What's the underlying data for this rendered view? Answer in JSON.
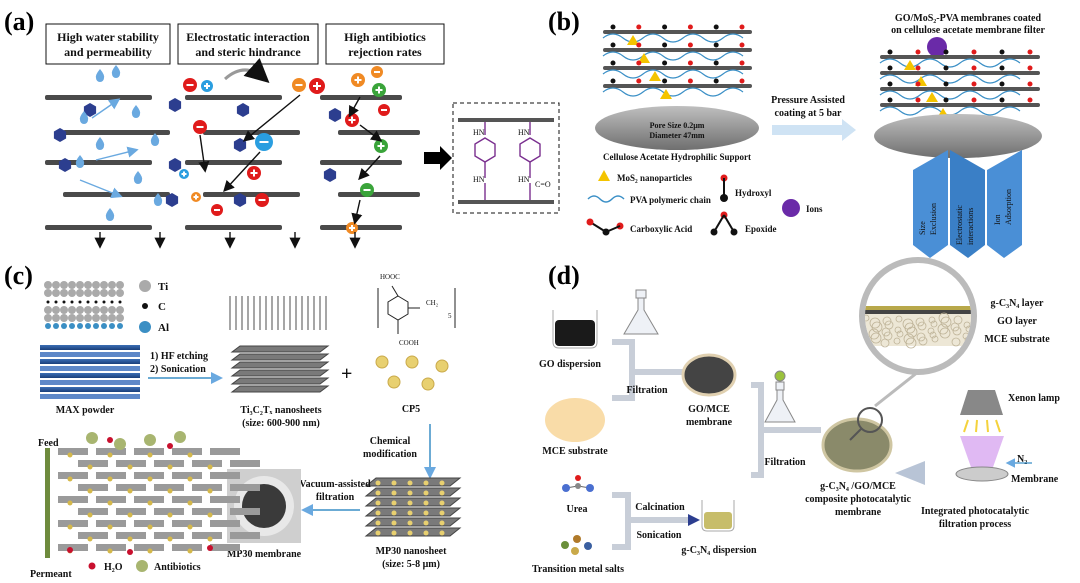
{
  "panel_a": {
    "label": "(a)",
    "box1": [
      "High water stability",
      "and permeability"
    ],
    "box2": [
      "Electrostatic interaction",
      "and steric hindrance"
    ],
    "box3": [
      "High antibiotics",
      "rejection rates"
    ],
    "amide_label": "C=O",
    "amide_h": [
      "HN",
      "HN",
      "HN",
      "HN"
    ]
  },
  "panel_b": {
    "label": "(b)",
    "title": [
      "GO/MoS₂-PVA membranes coated",
      "on cellulose acetate membrane filter"
    ],
    "pore": [
      "Pore Size 0.2μm",
      "Diameter 47mm"
    ],
    "support": "Cellulose Acetate Hydrophilic Support",
    "pressure": [
      "Pressure Assisted",
      "coating at 5 bar"
    ],
    "legend": {
      "mos2": "MoS₂ nanoparticles",
      "pva": "PVA polymeric chain",
      "carboxylic": "Carboxylic Acid",
      "hydroxyl": "Hydroxyl",
      "epoxide": "Epoxide",
      "ions": "Ions"
    },
    "mech": [
      [
        "Size",
        "Exclusion"
      ],
      [
        "Electrostatic",
        "interactions"
      ],
      [
        "Ion",
        "Adsorption"
      ]
    ]
  },
  "panel_c": {
    "label": "(c)",
    "ti": "Ti",
    "c": "C",
    "al": "Al",
    "max": "MAX powder",
    "steps": [
      "1)  HF etching",
      "2)  Sonication"
    ],
    "plus": "+",
    "nanosheets": [
      "Ti₃C₂Tₓ nanosheets",
      "(size: 600-900 nm)"
    ],
    "cp5": "CP5",
    "cp5_labels": [
      "HOOC",
      "COOH",
      "CH₂",
      "5"
    ],
    "chem": [
      "Chemical",
      "modification"
    ],
    "vac": [
      "Vacuum-assisted",
      "filtration"
    ],
    "mp30_sheet": [
      "MP30 nanosheet",
      "(size: 5-8 μm)"
    ],
    "mp30_membrane": "MP30 membrane",
    "feed": "Feed",
    "permeant": "Permeant",
    "h2o": "H₂O",
    "antibiotics": "Antibiotics"
  },
  "panel_d": {
    "label": "(d)",
    "go_dispersion": "GO dispersion",
    "filtration1": "Filtration",
    "mce_substrate": "MCE substrate",
    "go_mce": [
      "GO/MCE",
      "membrane"
    ],
    "filtration2": "Filtration",
    "layers": [
      "g-C₃N₄ layer",
      "GO layer",
      "MCE substrate"
    ],
    "xenon": "Xenon lamp",
    "n2": "N₂",
    "membrane": "Membrane",
    "composite": [
      "g-C₃N₄ /GO/MCE",
      "composite photocatalytic",
      "membrane"
    ],
    "integrated": [
      "Integrated photocatalytic",
      "filtration process"
    ],
    "urea": "Urea",
    "calcination": "Calcination",
    "sonication": "Sonication",
    "gcn_dispersion": "g-C₃N₄ dispersion",
    "metal_salts": "Transition metal salts"
  },
  "colors": {
    "graphene": "#4a4a4a",
    "hexagon": "#2c3e8f",
    "water": "#6aa9e0",
    "minus": "#e01b1b",
    "plus_orange": "#f08a24",
    "plus_green": "#3aa43a",
    "amide": "#7a2f8f",
    "arrow_blue": "#3a8fc6",
    "mos2": "#f4c400",
    "ions": "#6a2aa8"
  }
}
